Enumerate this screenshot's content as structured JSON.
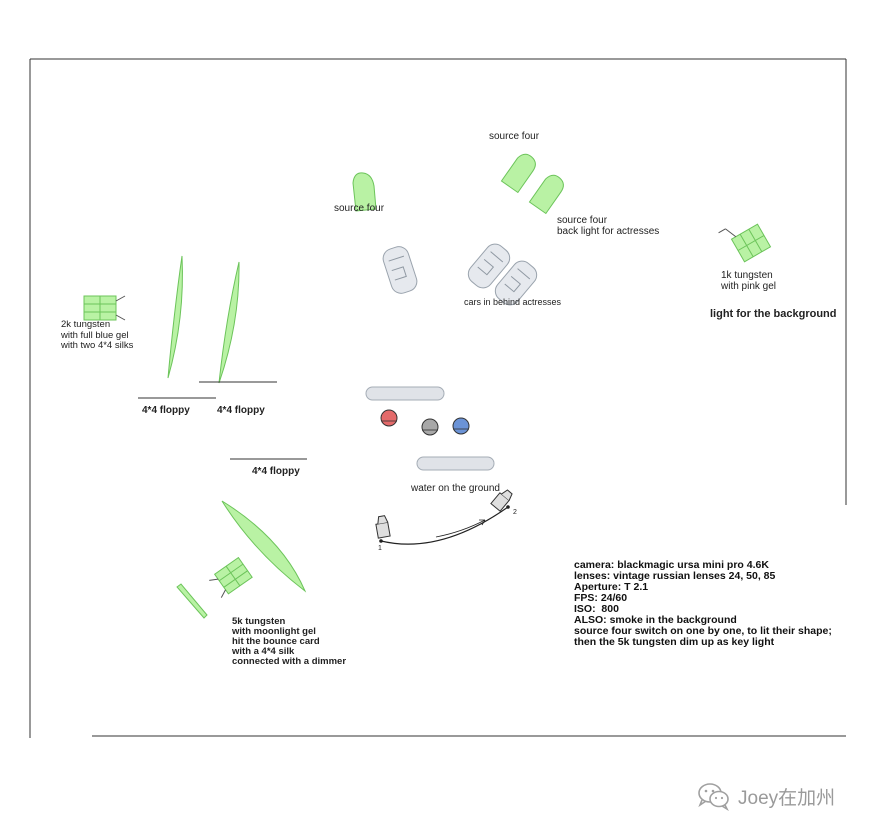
{
  "labels": {
    "source_four_top": "source four",
    "source_four_left": "source four",
    "source_four_back": "source four\nback light for actresses",
    "cars": "cars in behind actresses",
    "tungsten_1k": "1k tungsten\nwith pink gel",
    "light_background": "light for the background",
    "tungsten_2k": "2k tungsten\nwith full blue gel\nwith two 4*4 silks",
    "floppy_1": "4*4 floppy",
    "floppy_2": "4*4 floppy",
    "floppy_3": "4*4 floppy",
    "water": "water on the ground",
    "tungsten_5k": "5k tungsten\nwith moonlight gel\nhit the bounce card\nwith a 4*4 silk\nconnected with a dimmer",
    "camera_pos_1": "1",
    "camera_pos_2": "2"
  },
  "notes": [
    "camera: blackmagic ursa mini pro 4.6K",
    "lenses: vintage russian lenses 24, 50, 85",
    "Aperture: T 2.1",
    "FPS: 24/60",
    "ISO:  800",
    "ALSO: smoke in the background",
    "source four switch on one by one, to lit their shape;",
    "then the 5k tungsten dim up as key light"
  ],
  "watermark": {
    "text": "Joey在加州",
    "icon": "wechat-icon"
  },
  "colors": {
    "light_fill": "#b9f2a4",
    "light_stroke": "#6cc45a",
    "car_fill": "#e6e9ee",
    "car_stroke": "#9aa3ad",
    "actor_red": "#e46a6a",
    "actor_grey": "#a8a8a8",
    "actor_blue": "#6b93d6"
  }
}
